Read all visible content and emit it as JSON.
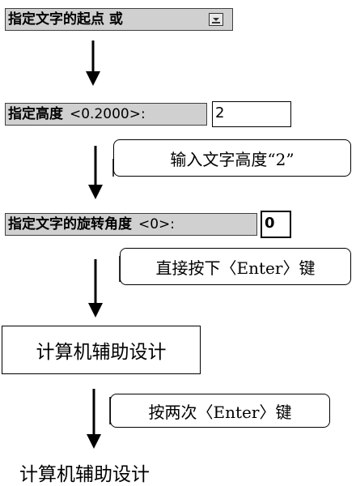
{
  "step1": {
    "prompt": "指定文字的起点 或"
  },
  "step2": {
    "prompt": "指定高度",
    "default": "<0.2000>:",
    "input_value": "2"
  },
  "callout1": {
    "text": "输入文字高度“2”"
  },
  "step3": {
    "prompt": "指定文字的旋转角度",
    "default": "<0>:",
    "input_value": "0"
  },
  "callout2": {
    "text": "直接按下〈Enter〉键"
  },
  "result_box": {
    "text": "计算机辅助设计"
  },
  "callout3": {
    "text": "按两次〈Enter〉键"
  },
  "final_text": {
    "text": "计算机辅助设计"
  }
}
